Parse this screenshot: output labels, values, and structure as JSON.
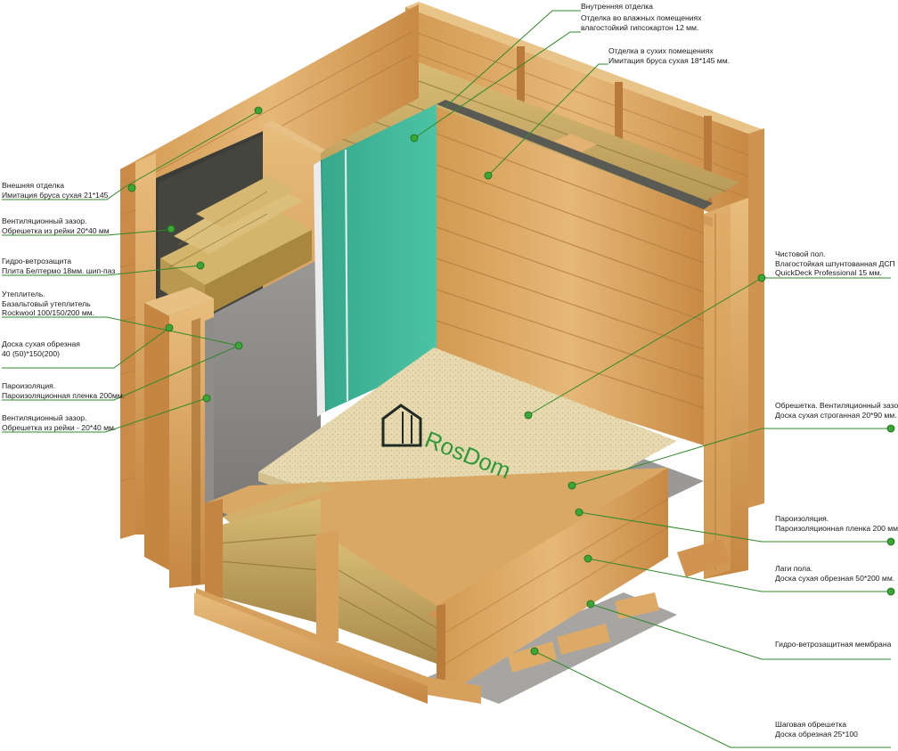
{
  "logo": {
    "text": "RosDom"
  },
  "colors": {
    "leader": "#2f8a2a",
    "dot": "#3aa635",
    "wood_light": "#e2b36e",
    "wood_mid": "#c98a45",
    "wood_dark": "#9c6430",
    "insulation": "#c9a85c",
    "gypsum_green": "#3fb79a",
    "membrane_gray": "#8d8b88",
    "osb": "#e6d7ad",
    "wind_board": "#3a3a36"
  },
  "labels": {
    "interior_finish": {
      "line1": "Внутренняя отделка"
    },
    "wet_rooms": {
      "line1": "Отделка во влажных помещениях",
      "line2": "влагостойкий гипсокартон 12 мм."
    },
    "dry_rooms": {
      "line1": "Отделка в сухих помещениях",
      "line2": "Имитация бруса сухая 18*145 мм."
    },
    "exterior_finish": {
      "line1": "Внешняя отделка",
      "line2": "Имитация бруса сухая 21*145"
    },
    "vent_gap_1": {
      "line1": "Вентиляционный зазор.",
      "line2": "Обрешетка из рейки 20*40 мм"
    },
    "wind_barrier": {
      "line1": "Гидро-ветрозащита",
      "line2": "Плита Белтермо 18мм. шип-паз"
    },
    "insulation": {
      "line1": "Утеплитель.",
      "line2": "Базальтовый утеплитель",
      "line3": "Rockwool 100/150/200 мм."
    },
    "dry_board": {
      "line1": "Доска сухая обрезная",
      "line2": "40 (50)*150(200)"
    },
    "vapor_barrier_wall": {
      "line1": "Пароизоляция.",
      "line2": "Пароизоляционная пленка  200мм."
    },
    "vent_gap_2": {
      "line1": "Вентиляционный зазор.",
      "line2": "Обрешетка из рейки - 20*40 мм."
    },
    "finish_floor": {
      "line1": "Чистовой пол.",
      "line2": "Влагостойкая шпунтованная ДСП",
      "line3": "QuickDeck Professional 15 мм."
    },
    "floor_battens": {
      "line1": "Обрешетка. Вентиляционный зазор.",
      "line2": "Доска  сухая строганная 20*90 мм."
    },
    "vapor_barrier_floor": {
      "line1": "Пароизоляция.",
      "line2": "Пароизоляционная пленка 200 мм."
    },
    "floor_joists": {
      "line1": "Лаги пола.",
      "line2": "Доска сухая обрезная 50*200 мм."
    },
    "wind_membrane": {
      "line1": "Гидро-ветрозащитная мембрана"
    },
    "step_battens": {
      "line1": "Шаговая обрешетка",
      "line2": "Доска обрезная 25*100"
    }
  }
}
